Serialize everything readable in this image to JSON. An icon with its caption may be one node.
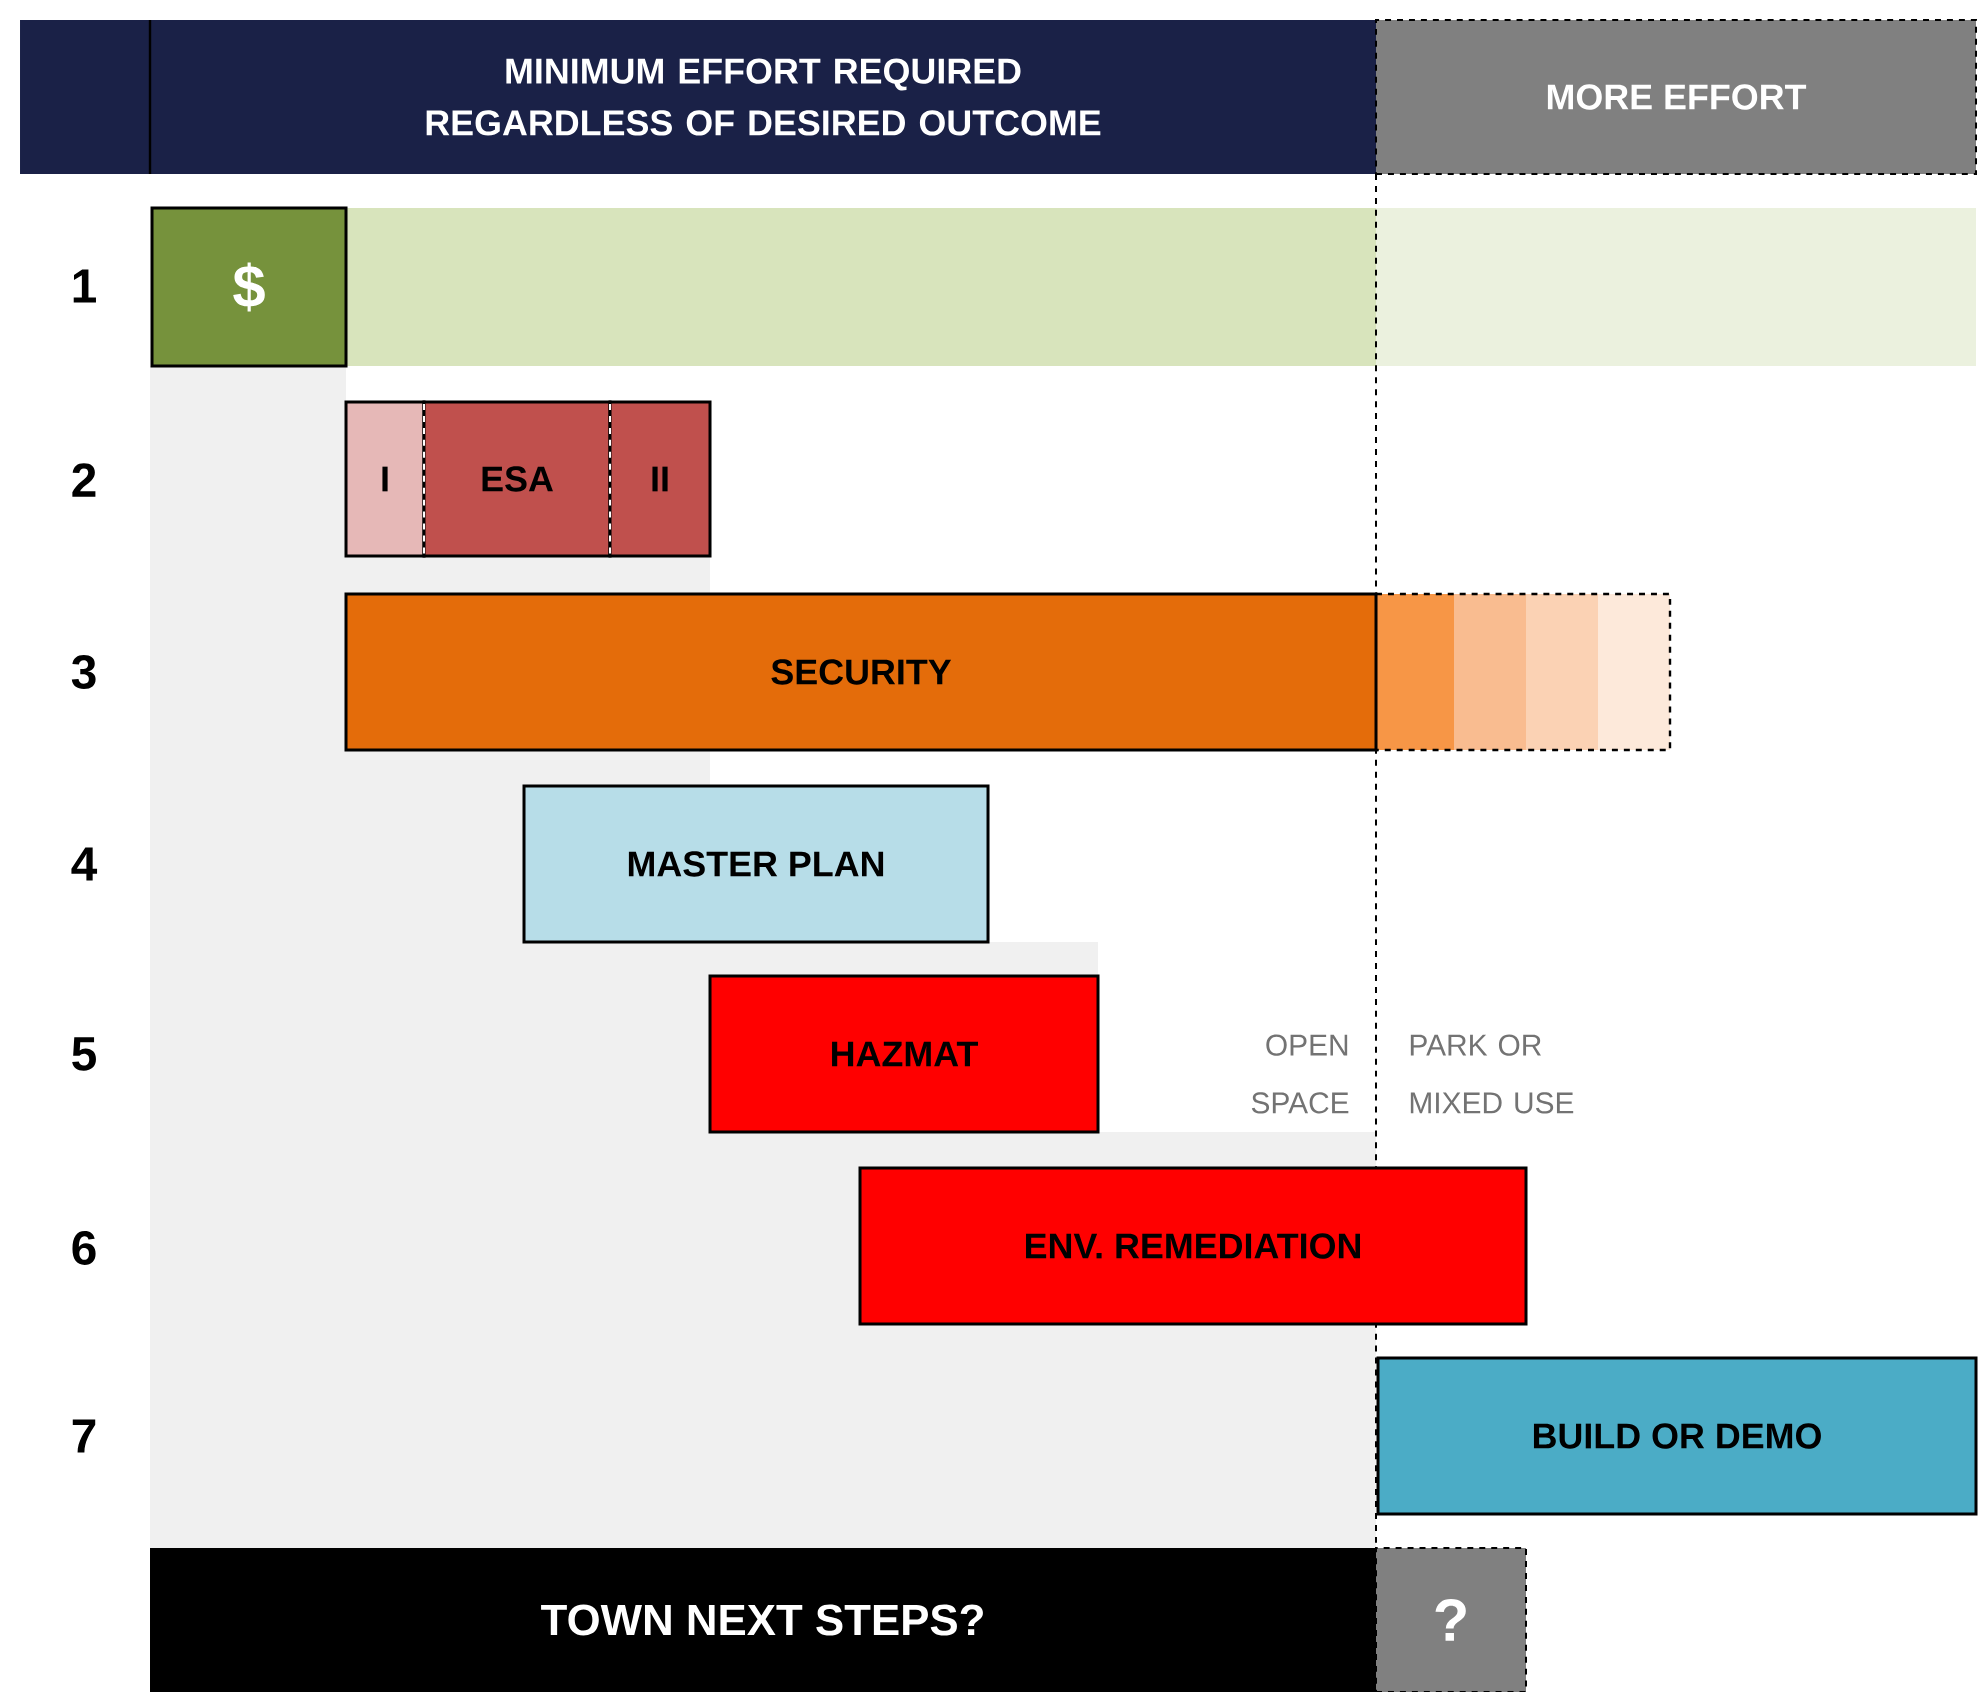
{
  "diagram": {
    "nodes": [
      {
        "text": [
          "MINIMUM EFFORT REQUIRED REGARDLESS OF DESIRED OUTCOME"
        ]
      },
      {
        "text": [
          "MORE EFFORT"
        ]
      },
      {
        "text": [
          "$"
        ]
      },
      {
        "text": [
          "I"
        ]
      },
      {
        "text": [
          "ESA"
        ]
      },
      {
        "text": [
          "II"
        ]
      },
      {
        "text": [
          "SECURITY"
        ]
      },
      {
        "text": [
          "MASTER PLAN"
        ]
      },
      {
        "text": [
          "HAZMAT"
        ]
      },
      {
        "text": [
          "ENV. REMEDIATION"
        ]
      },
      {
        "text": [
          "BUILD OR DEMO"
        ]
      },
      {
        "text": [
          "TOWN NEXT STEPS?"
        ]
      },
      {
        "text": [
          "?"
        ]
      }
    ],
    "labels": [
      "1",
      "2",
      "3",
      "4",
      "5",
      "OPEN SPACE",
      "PARK OR MIXED USE",
      "6",
      "7"
    ]
  }
}
